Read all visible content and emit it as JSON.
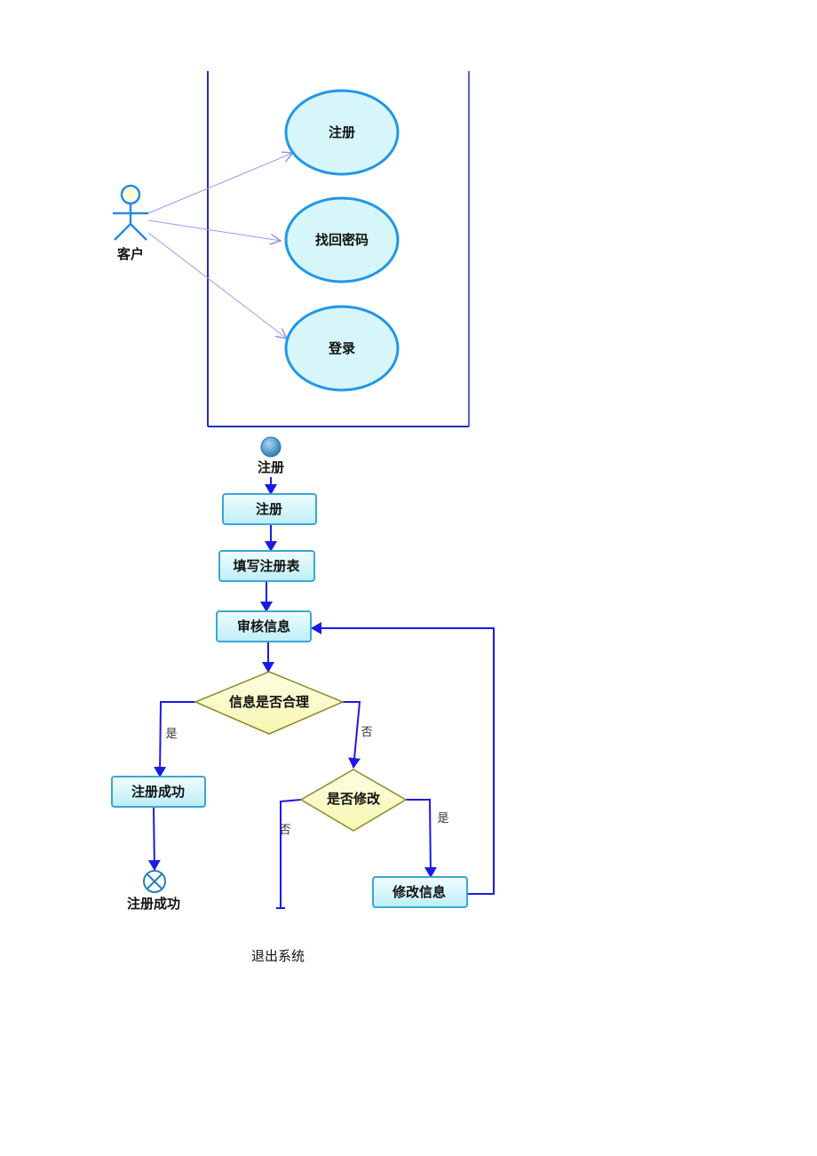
{
  "use_case": {
    "actor": "客户",
    "cases": [
      "注册",
      "找回密码",
      "登录"
    ]
  },
  "activity": {
    "start_label": "注册",
    "actions": {
      "register": "注册",
      "fill_form": "填写注册表",
      "review": "审核信息",
      "success": "注册成功",
      "modify": "修改信息"
    },
    "decisions": {
      "reasonable": "信息是否合理",
      "modify_q": "是否修改"
    },
    "guards": {
      "yes_left": "是",
      "no_right": "否",
      "no_left": "否",
      "yes_right": "是"
    },
    "end_label": "注册成功"
  },
  "footer_text": "退出系统",
  "colors": {
    "boundary": "#1f2fb8",
    "usecase_fill": "#d6f6fa",
    "usecase_stroke": "#2196e8",
    "arrow": "#1a1ae6",
    "action_fill": "#d8f7fb",
    "decision_fill": "#fbfbc7",
    "decision_stroke": "#8a8a2a"
  }
}
